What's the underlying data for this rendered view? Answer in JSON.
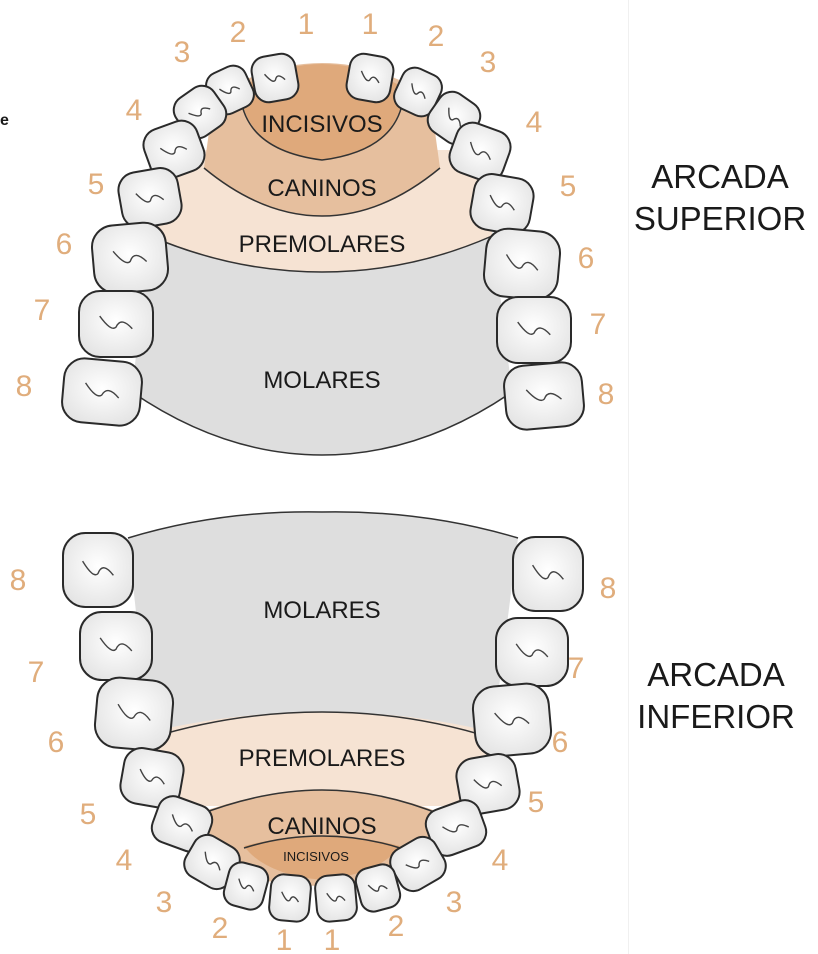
{
  "side_fragment": "e",
  "upper_arch": {
    "title_line1": "ARCADA",
    "title_line2": "SUPERIOR",
    "zones": {
      "incisivos": "INCISIVOS",
      "caninos": "CANINOS",
      "premolares": "PREMOLARES",
      "molares": "MOLARES"
    },
    "left_numbers": [
      "2",
      "3",
      "4",
      "5",
      "6",
      "7",
      "8"
    ],
    "top_numbers": [
      "1",
      "1"
    ],
    "right_numbers": [
      "2",
      "3",
      "4",
      "5",
      "6",
      "7",
      "8"
    ]
  },
  "lower_arch": {
    "title_line1": "ARCADA",
    "title_line2": "INFERIOR",
    "zones": {
      "incisivos": "INCISIVOS",
      "caninos": "CANINOS",
      "premolares": "PREMOLARES",
      "molares": "MOLARES"
    },
    "left_numbers": [
      "8",
      "7",
      "6",
      "5",
      "4",
      "3",
      "2"
    ],
    "bottom_numbers": [
      "1",
      "1"
    ],
    "right_numbers": [
      "8",
      "7",
      "6",
      "5",
      "4",
      "3",
      "2"
    ]
  },
  "colors": {
    "incisivos": "#dfa97b",
    "caninos": "#e6bf9e",
    "premolares": "#f6e3d3",
    "molares": "#dedede",
    "numbers": "#e0ad7c",
    "tooth_fill": "#f7f7f7",
    "tooth_outline": "#2a2a2a"
  }
}
